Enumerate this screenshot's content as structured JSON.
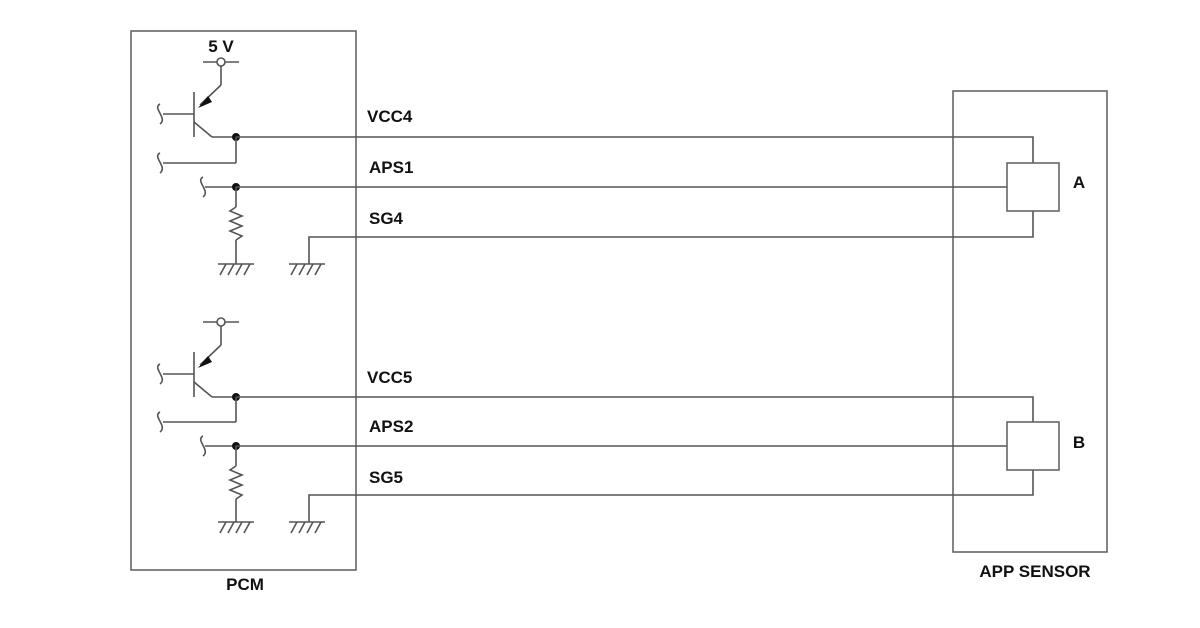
{
  "pcm": {
    "label": "PCM",
    "supply_label": "5 V"
  },
  "sensor": {
    "label": "APP SENSOR",
    "element_a": "A",
    "element_b": "B"
  },
  "signals": {
    "vcc4": "VCC4",
    "aps1": "APS1",
    "sg4": "SG4",
    "vcc5": "VCC5",
    "aps2": "APS2",
    "sg5": "SG5"
  }
}
